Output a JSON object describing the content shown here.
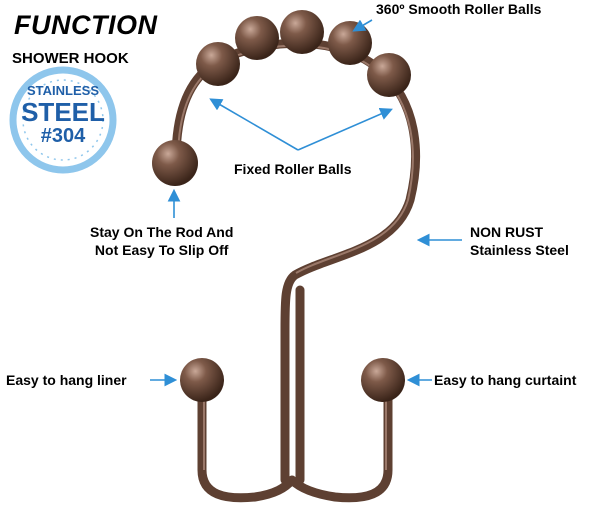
{
  "heading": "FUNCTION",
  "subheading": "SHOWER HOOK",
  "badge": {
    "line1": "STAINLESS",
    "line2": "STEEL",
    "line3": "#304"
  },
  "callouts": {
    "roller": "360º Smooth Roller Balls",
    "fixed": "Fixed Roller Balls",
    "stay_line1": "Stay On The Rod And",
    "stay_line2": "Not Easy To Slip Off",
    "rust_line1": "NON RUST",
    "rust_line2": "Stainless Steel",
    "liner": "Easy to hang liner",
    "curtain": "Easy to hang curtaint"
  },
  "colors": {
    "bronze": "#6b4a3a",
    "arrow": "#2f8fd6",
    "badge_ring": "#8ec6ec",
    "badge_text": "#1f5fa8"
  }
}
